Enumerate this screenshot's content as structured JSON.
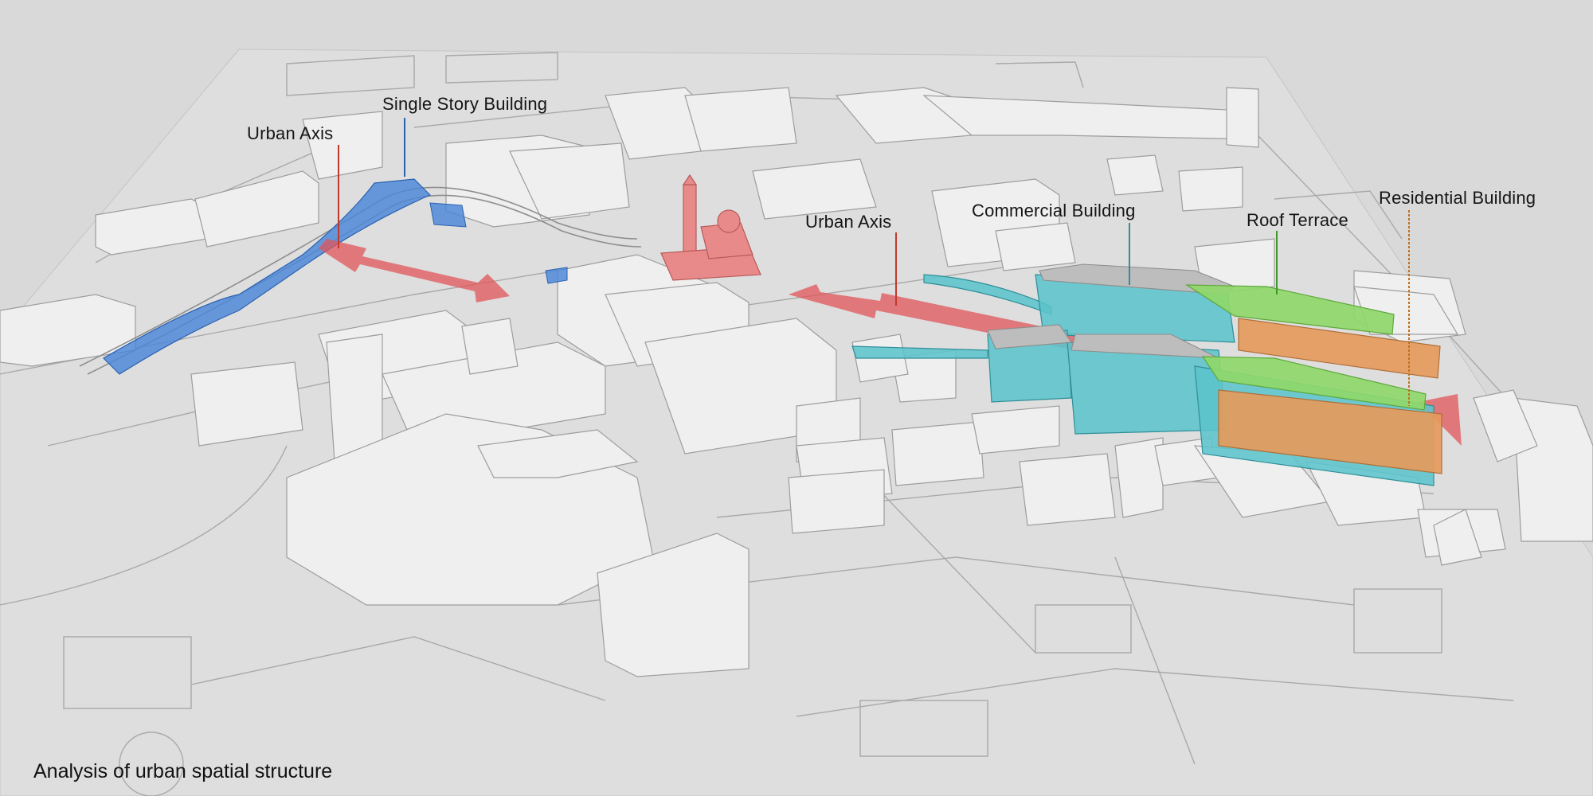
{
  "labels": {
    "urban_axis_left": "Urban Axis",
    "single_story_building": "Single Story Building",
    "urban_axis_center": "Urban Axis",
    "commercial_building": "Commercial Building",
    "roof_terrace": "Roof Terrace",
    "residential_building": "Residential Building"
  },
  "caption": "Analysis of urban spatial structure",
  "colors": {
    "background": "#d9d9d9",
    "ground": "#dedede",
    "building": "#efefef",
    "urban_axis": "#e0555a",
    "single_story": "#4a86d8",
    "commercial": "#5cc4cc",
    "roof_terrace": "#8fd86a",
    "residential": "#e59a5c",
    "church": "#e88a8a"
  }
}
